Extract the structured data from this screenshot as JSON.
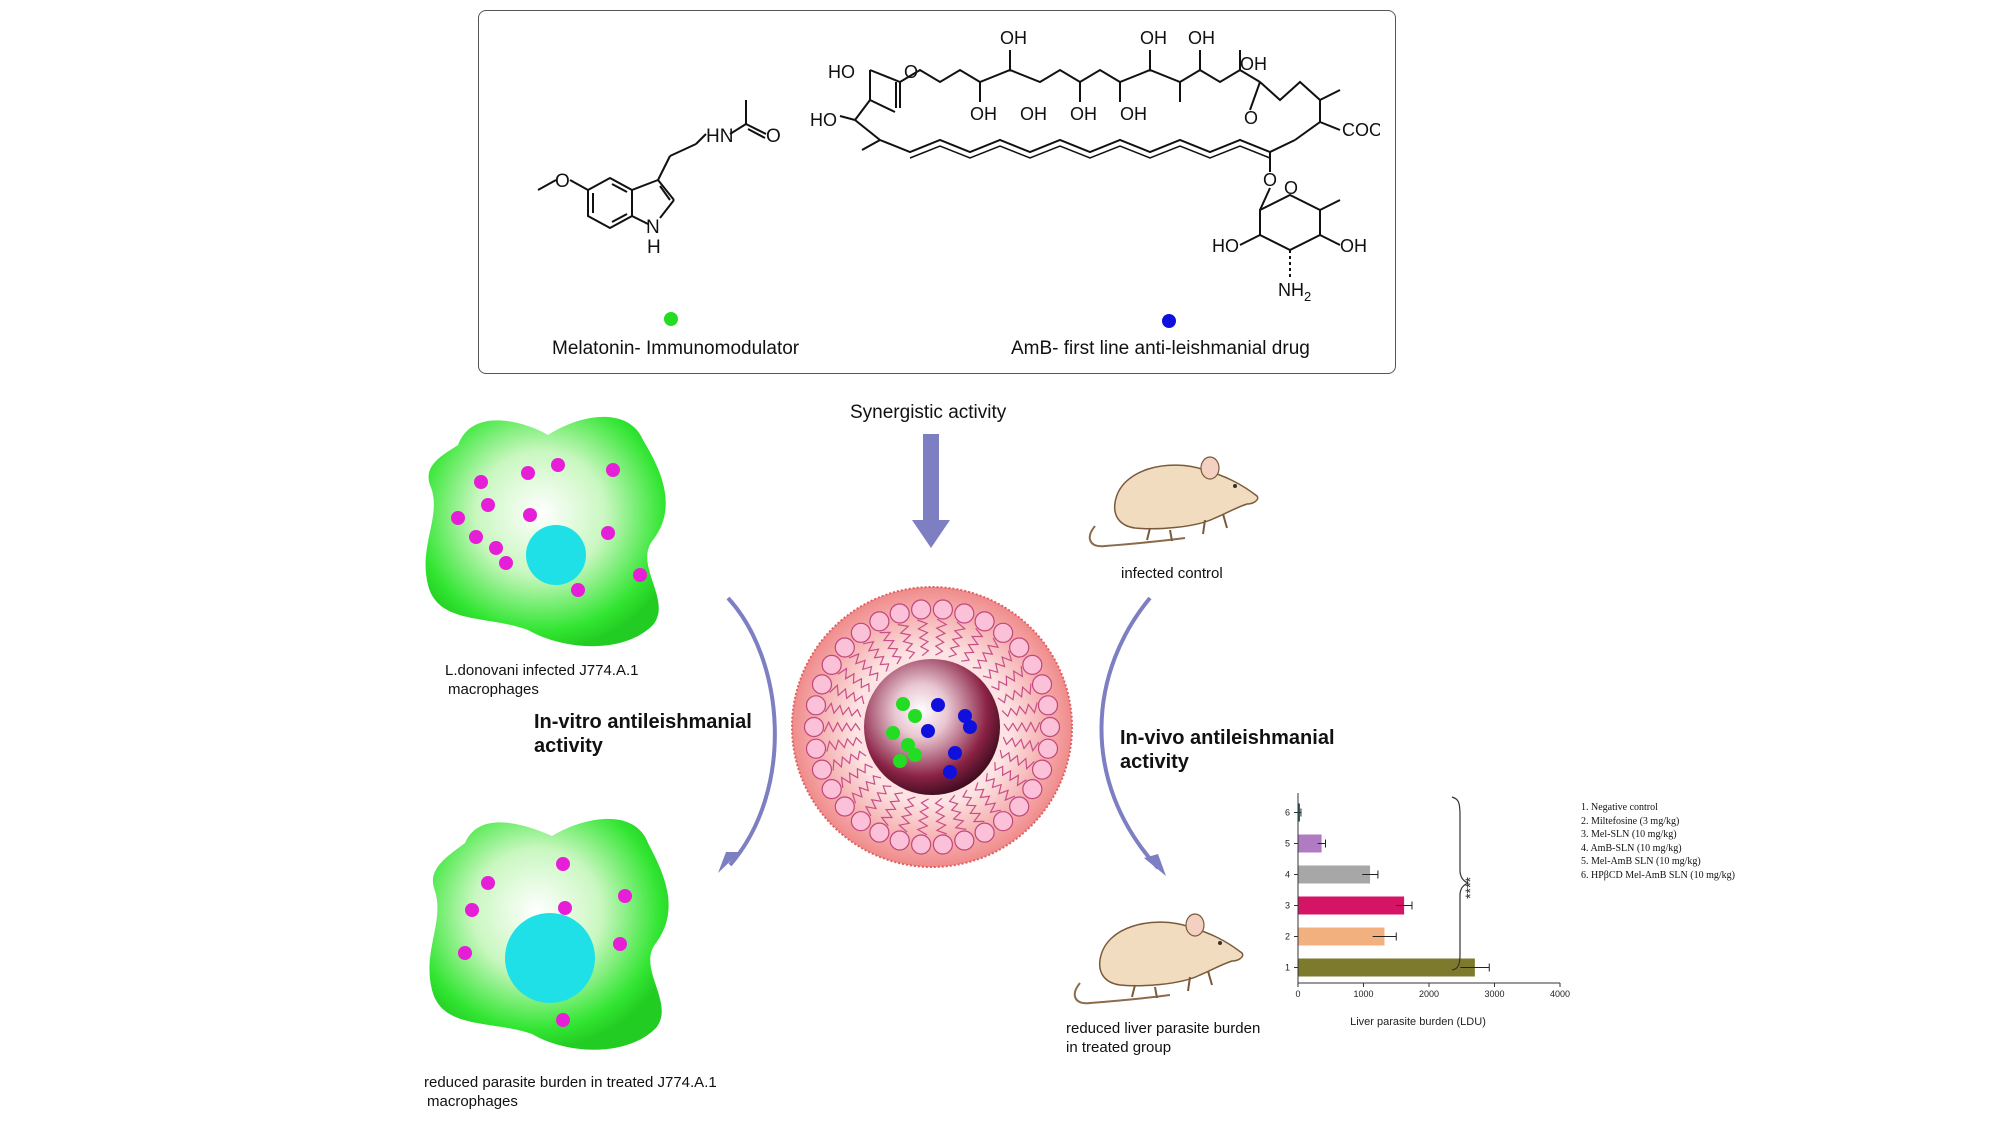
{
  "compounds": {
    "melatonin_label": "Melatonin- Immunomodulator",
    "amb_label": "AmB- first line anti-leishmanial drug",
    "melatonin_color": "#22dd22",
    "amb_color": "#1010dd",
    "melatonin_atoms": {
      "nh": "HN",
      "o": "O",
      "ome": "O",
      "h": "H",
      "n": "N"
    },
    "amb_atoms": {
      "ho1": "HO",
      "o1": "O",
      "ho2": "HO",
      "oh1": "OH",
      "oh2": "OH",
      "oh3": "OH",
      "oh4": "OH",
      "oh5": "OH",
      "oh6": "OH",
      "oh7": "OH",
      "oh8": "OH",
      "o_ring": "O",
      "cooh": "COOH",
      "o_gly": "O",
      "o_sugar": "O",
      "ho3": "HO",
      "oh9": "OH",
      "nh2": "NH",
      "nh2_sub": "2"
    }
  },
  "center": {
    "synergy_label": "Synergistic activity",
    "arrow_color": "#8080c0"
  },
  "left": {
    "infected_caption_1": "L.donovani infected J774.A.1",
    "infected_caption_2": "macrophages",
    "activity_label_1": "In-vitro antileishmanial",
    "activity_label_2": "activity",
    "treated_caption_1": "reduced parasite burden in treated J774.A.1",
    "treated_caption_2": "macrophages"
  },
  "right": {
    "control_caption": "infected control",
    "activity_label_1": "In-vivo antileishmanial",
    "activity_label_2": "activity",
    "treated_caption_1": "reduced liver parasite burden",
    "treated_caption_2": "in treated group"
  },
  "chart_data": {
    "type": "bar",
    "orientation": "horizontal",
    "categories": [
      "1",
      "2",
      "3",
      "4",
      "5",
      "6"
    ],
    "values": [
      2700,
      1320,
      1620,
      1100,
      360,
      30
    ],
    "errors": [
      220,
      180,
      120,
      120,
      60,
      15
    ],
    "colors": [
      "#7d7a2e",
      "#f1b07e",
      "#d61465",
      "#a7a7a7",
      "#b07bc3",
      "#1f6060"
    ],
    "xlabel": "Liver parasite burden (LDU)",
    "xlim": [
      0,
      4000
    ],
    "xticks": [
      "0",
      "1000",
      "2000",
      "3000",
      "4000"
    ],
    "significance": "****",
    "legend": [
      "1. Negative control",
      "2. Miltefosine (3 mg/kg)",
      "3. Mel-SLN (10 mg/kg)",
      "4. AmB-SLN (10 mg/kg)",
      "5. Mel-AmB SLN (10 mg/kg)",
      "6. HPβCD Mel-AmB SLN (10 mg/kg)"
    ]
  }
}
